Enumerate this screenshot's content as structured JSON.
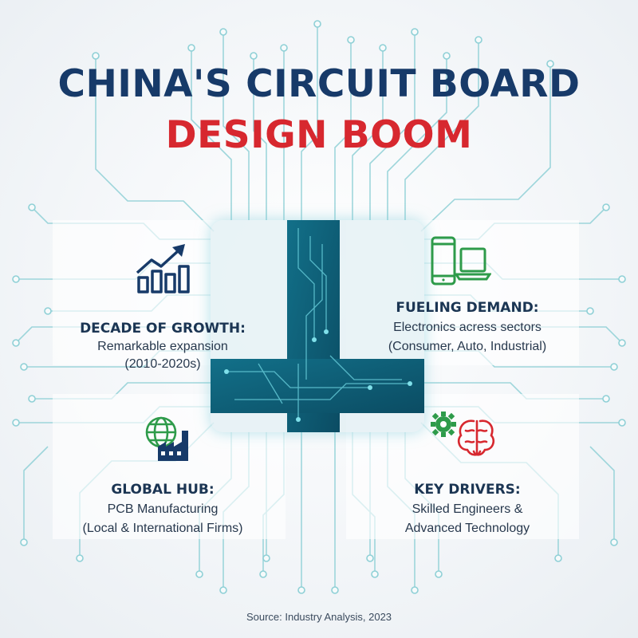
{
  "title_line1": "CHINA'S CIRCUIT BOARD",
  "title_line2": "DESIGN BOOM",
  "colors": {
    "navy": "#173a69",
    "red": "#d7282f",
    "trace": "#7ccbd3",
    "chip_dark": "#0f5b72",
    "green_icon": "#2e9b4a"
  },
  "sections": {
    "growth": {
      "icon": "growth-chart-icon",
      "heading": "DECADE OF GROWTH:",
      "line1": "Remarkable expansion",
      "line2": "(2010-2020s)"
    },
    "demand": {
      "icon": "devices-icon",
      "heading": "FUELING DEMAND:",
      "line1": "Electronics acress sectors",
      "line2": "(Consumer, Auto, Industrial)"
    },
    "hub": {
      "icon": "globe-factory-icon",
      "heading": "GLOBAL HUB:",
      "line1": "PCB Manufacturing",
      "line2": "(Local & International Firms)"
    },
    "drivers": {
      "icon": "gear-brain-icon",
      "heading": "KEY DRIVERS:",
      "line1": "Skilled Engineers &",
      "line2": "Advanced Technology"
    }
  },
  "source": "Source: Industry Analysis, 2023"
}
